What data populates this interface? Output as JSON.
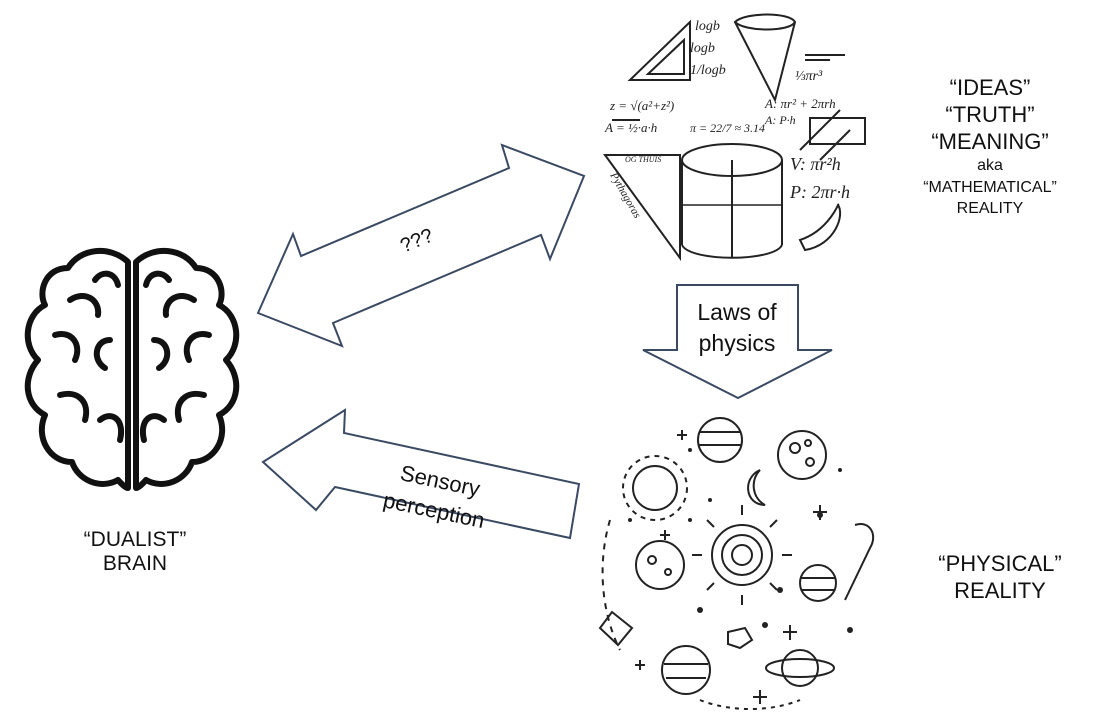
{
  "brain": {
    "label_line1": "“DUALIST”",
    "label_line2": "BRAIN"
  },
  "math_realm": {
    "line1": "“IDEAS”",
    "line2": "“TRUTH”",
    "line3": "“MEANING”",
    "line4": "aka",
    "line5": "“MATHEMATICAL”",
    "line6": "REALITY",
    "formulas": [
      "logb",
      "logb",
      "1/logb",
      "z = √(a²+z²)",
      "A = ½·a·h",
      "π = 22/7 ≈ 3.14",
      "V: πr²h",
      "P: 2πr·h",
      "A: πr² + 2πrh",
      "A: P·h",
      "⅓πr³",
      "OG THUIS",
      "Pythagoras"
    ]
  },
  "physical_realm": {
    "line1": "“PHYSICAL”",
    "line2": "REALITY"
  },
  "arrows": {
    "brain_math": "???",
    "laws_line1": "Laws of",
    "laws_line2": "physics",
    "sensory_line1": "Sensory",
    "sensory_line2": "perception"
  },
  "colors": {
    "arrow_stroke": "#3a4a63",
    "ink": "#111111",
    "background": "#ffffff"
  }
}
